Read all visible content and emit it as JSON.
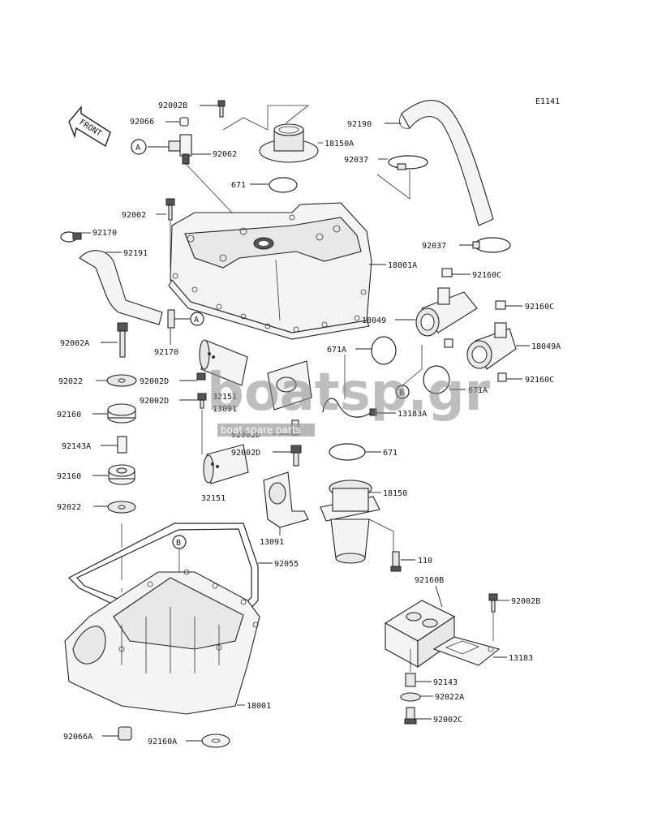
{
  "diagram_code": "E1141",
  "front_label": "FRONT",
  "callouts": {
    "a1": "A",
    "a2": "A",
    "b1": "B",
    "b2": "B"
  },
  "labels": {
    "p92002B_top": "92002B",
    "p92066": "92066",
    "p92062": "92062",
    "p18150A": "18150A",
    "p92190": "92190",
    "p92037_top": "92037",
    "p671_top": "671",
    "p92002_left": "92002",
    "p92170_top": "92170",
    "p92191": "92191",
    "p18001A": "18001A",
    "p92037_mid": "92037",
    "p92160C_1": "92160C",
    "p92160C_2": "92160C",
    "p18049": "18049",
    "p18049A": "18049A",
    "p92002A": "92002A",
    "p92170_mid": "92170",
    "p671A_left": "671A",
    "p92022_1": "92022",
    "p92002D_1": "92002D",
    "p92160C_3": "92160C",
    "p32151_1": "32151",
    "p671A_right": "671A",
    "p92002D_2": "92002D",
    "p13091_1": "13091",
    "p13183A": "13183A",
    "p92160_1": "92160",
    "p92002D_3": "92002D",
    "p92143A": "92143A",
    "p92002D_4": "92002D",
    "p671_bottom": "671",
    "p92160_2": "92160",
    "p32151_2": "32151",
    "p18150": "18150",
    "p92022_2": "92022",
    "p13091_2": "13091",
    "p110": "110",
    "p92055": "92055",
    "p92160B": "92160B",
    "p92002B_bottom": "92002B",
    "p13183": "13183",
    "p92143": "92143",
    "p92022A": "92022A",
    "p18001": "18001",
    "p92002C": "92002C",
    "p92066A": "92066A",
    "p92160A": "92160A"
  },
  "watermark": {
    "brand": "boatsp.gr",
    "tagline": "boat spare parts"
  }
}
